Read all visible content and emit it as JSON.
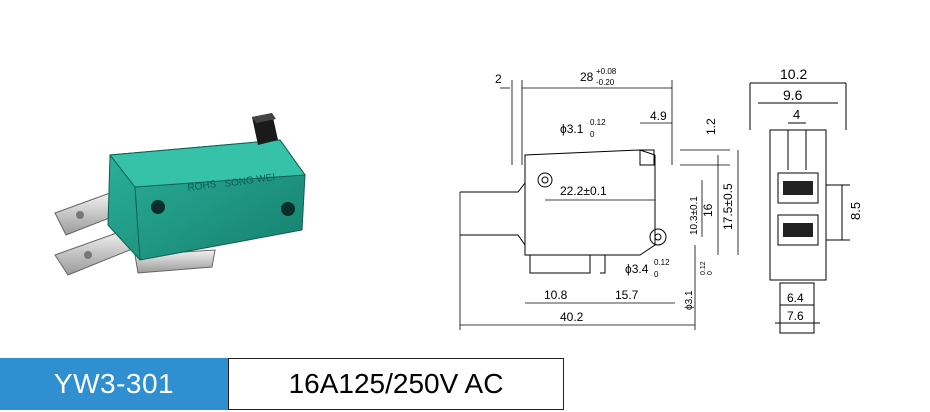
{
  "product": {
    "model": "YW3-301",
    "rating": "16A125/250V AC",
    "housing_marking_1": "ROHS",
    "housing_marking_2": "SONG WEI"
  },
  "dimensions": {
    "d2": "2",
    "d28": "28",
    "d28_tol_plus": "+0.08",
    "d28_tol_minus": "-0.20",
    "d49": "4.9",
    "d12": "1.2",
    "hole_top": "ϕ3.1",
    "hole_top_tol_plus": "0.12",
    "hole_top_tol_minus": "0",
    "d222": "22.2±0.1",
    "d103": "10.3±0.1",
    "d16": "16",
    "d175": "17.5±0.5",
    "hole_bottom": "ϕ3.4",
    "hole_bottom_tol_plus": "0.12",
    "hole_bottom_tol_minus": "0",
    "hole_right": "ϕ3.1",
    "hole_right_tol_plus": "0.12",
    "hole_right_tol_minus": "0",
    "d108": "10.8",
    "d157": "15.7",
    "d402": "40.2",
    "d102": "10.2",
    "d96": "9.6",
    "d4": "4",
    "d85": "8.5",
    "d64": "6.4",
    "d76": "7.6"
  },
  "colors": {
    "housing": "#1e9a86",
    "terminal": "#c8c8c8",
    "label_blue": "#2f8fd0"
  }
}
